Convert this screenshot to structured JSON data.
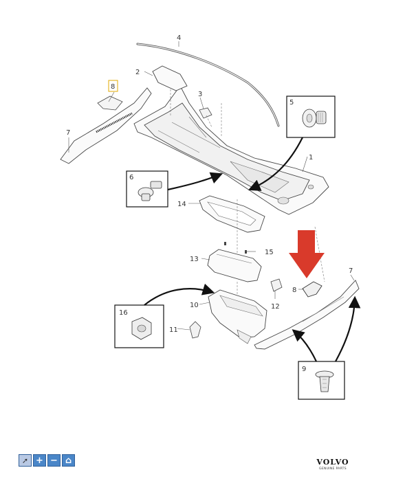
{
  "diagram": {
    "callouts": {
      "c1": "1",
      "c2": "2",
      "c3": "3",
      "c4": "4",
      "c5": "5",
      "c6": "6",
      "c7a": "7",
      "c7b": "7",
      "c8a": "8",
      "c8b": "8",
      "c9": "9",
      "c10": "10",
      "c11": "11",
      "c12": "12",
      "c13": "13",
      "c14": "14",
      "c15": "15",
      "c16": "16"
    },
    "highlight_color": "#d93a2b",
    "highlight_box_color": "#e0a800"
  },
  "toolbar": {
    "buttons": [
      {
        "icon": "select-cursor-icon",
        "glyph": "➚"
      },
      {
        "icon": "zoom-in-icon",
        "glyph": "+"
      },
      {
        "icon": "zoom-out-icon",
        "glyph": "−"
      },
      {
        "icon": "home-icon",
        "glyph": "⌂"
      }
    ]
  },
  "brand": {
    "name": "VOLVO",
    "subtitle": "GENUINE PARTS"
  }
}
